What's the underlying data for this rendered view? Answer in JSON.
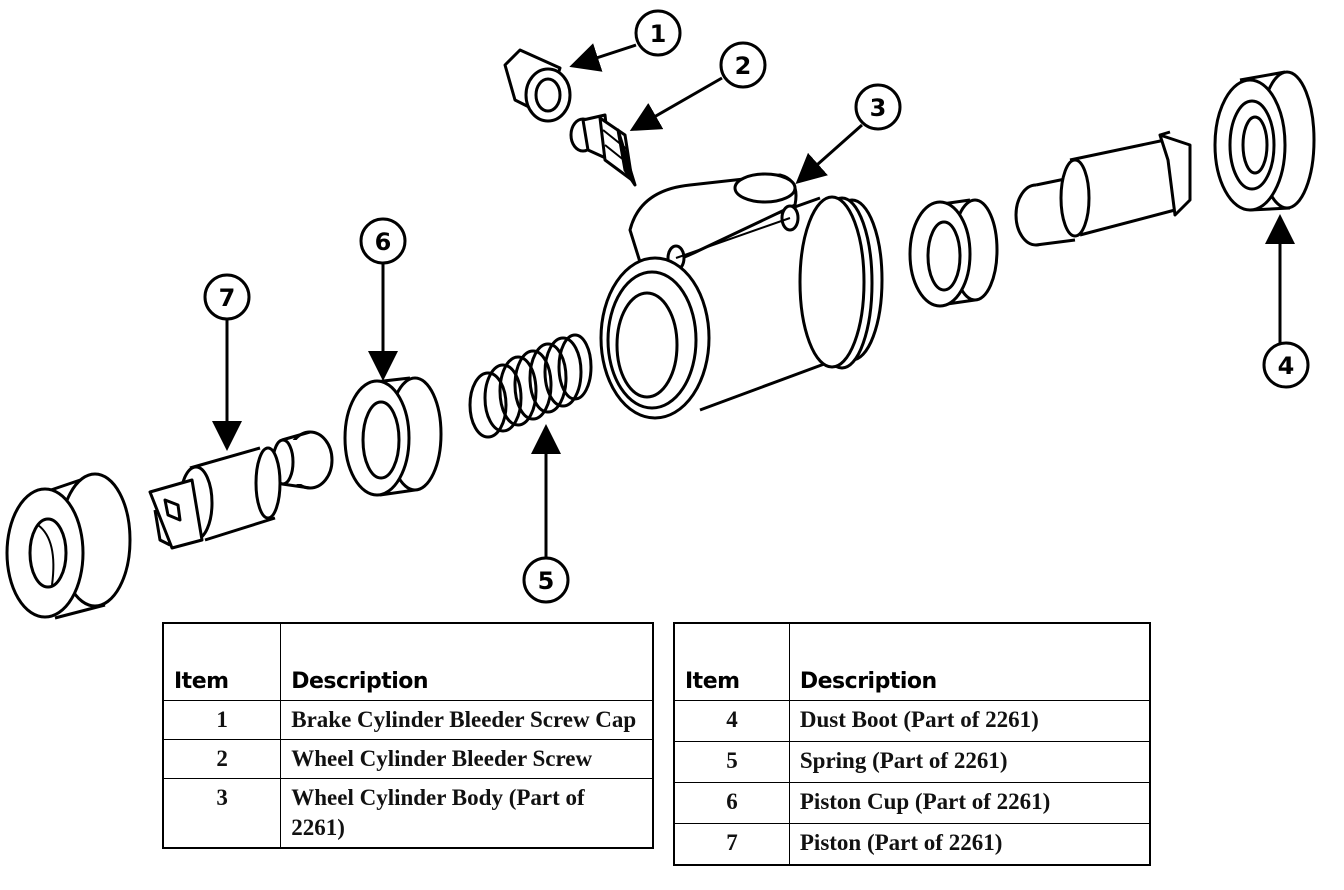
{
  "callouts": [
    "1",
    "2",
    "3",
    "4",
    "5",
    "6",
    "7"
  ],
  "tables": [
    {
      "header": {
        "item": "Item",
        "description": "Description"
      },
      "rows": [
        {
          "item": "1",
          "description": "Brake Cylinder Bleeder Screw Cap"
        },
        {
          "item": "2",
          "description": "Wheel Cylinder Bleeder Screw"
        },
        {
          "item": "3",
          "description": "Wheel Cylinder Body (Part of 2261)"
        }
      ]
    },
    {
      "header": {
        "item": "Item",
        "description": "Description"
      },
      "rows": [
        {
          "item": "4",
          "description": "Dust Boot (Part of 2261)"
        },
        {
          "item": "5",
          "description": "Spring (Part of 2261)"
        },
        {
          "item": "6",
          "description": "Piston Cup (Part of 2261)"
        },
        {
          "item": "7",
          "description": "Piston (Part of 2261)"
        }
      ]
    }
  ]
}
